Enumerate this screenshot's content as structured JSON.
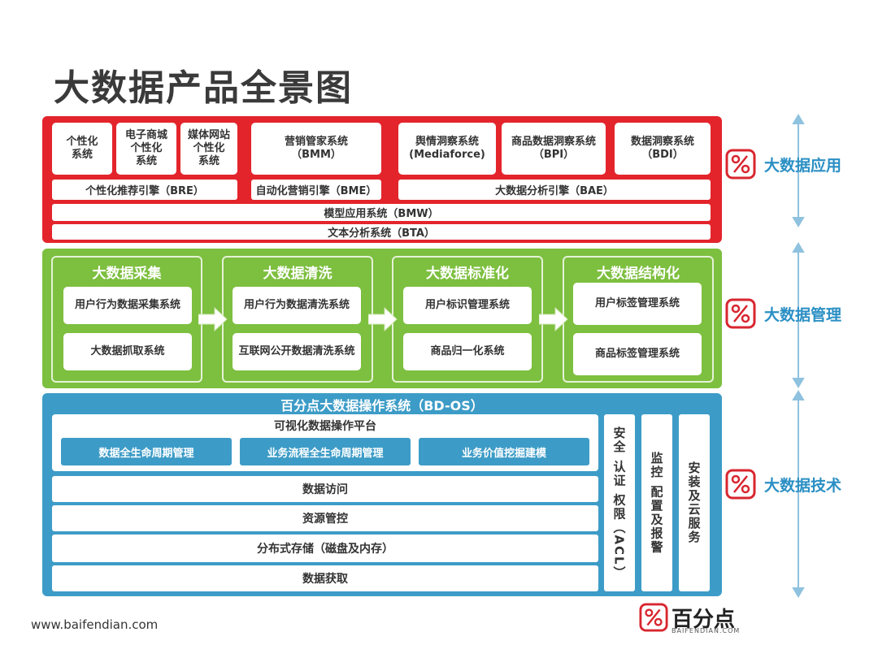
{
  "title": "大数据产品全景图",
  "footer_url": "www.baifendian.com",
  "logo": {
    "main": "百分点",
    "sub": "BAIFENDIAN.COM"
  },
  "colors": {
    "red": "#e3242b",
    "green": "#7dbf3f",
    "blue": "#3d9cc7",
    "side_label": "#2b8fc4"
  },
  "side_labels": [
    "大数据应用",
    "大数据管理",
    "大数据技术"
  ],
  "application": {
    "boxes": [
      "个性化\n系统",
      "电子商城\n个性化\n系统",
      "媒体网站\n个性化\n系统",
      "营销管家系统\n（BMM）",
      "舆情洞察系统\n(Mediaforce)",
      "商品数据洞察系统\n（BPI）",
      "数据洞察系统\n（BDI）"
    ],
    "engines": [
      "个性化推荐引擎（BRE）",
      "自动化营销引擎（BME）",
      "大数据分析引擎（BAE）"
    ],
    "bars": [
      "模型应用系统（BMW）",
      "文本分析系统（BTA）"
    ]
  },
  "management": {
    "panels": [
      {
        "title": "大数据采集",
        "items": [
          "用户行为数据采集系统",
          "大数据抓取系统"
        ]
      },
      {
        "title": "大数据清洗",
        "items": [
          "用户行为数据清洗系统",
          "互联网公开数据清洗系统"
        ]
      },
      {
        "title": "大数据标准化",
        "items": [
          "用户标识管理系统",
          "商品归一化系统"
        ]
      },
      {
        "title": "大数据结构化",
        "items": [
          "用户标签管理系统",
          "商品标签管理系统"
        ]
      }
    ]
  },
  "technology": {
    "title": "百分点大数据操作系统（BD-OS）",
    "platform_title": "可视化数据操作平台",
    "platform_buttons": [
      "数据全生命周期管理",
      "业务流程全生命周期管理",
      "业务价值挖掘建模"
    ],
    "layers": [
      "数据访问",
      "资源管控",
      "分布式存储（磁盘及内存）",
      "数据获取"
    ],
    "vertical": [
      "安全 认证 权限（ACL）",
      "监控 配置及报警",
      "安装及云服务"
    ]
  }
}
